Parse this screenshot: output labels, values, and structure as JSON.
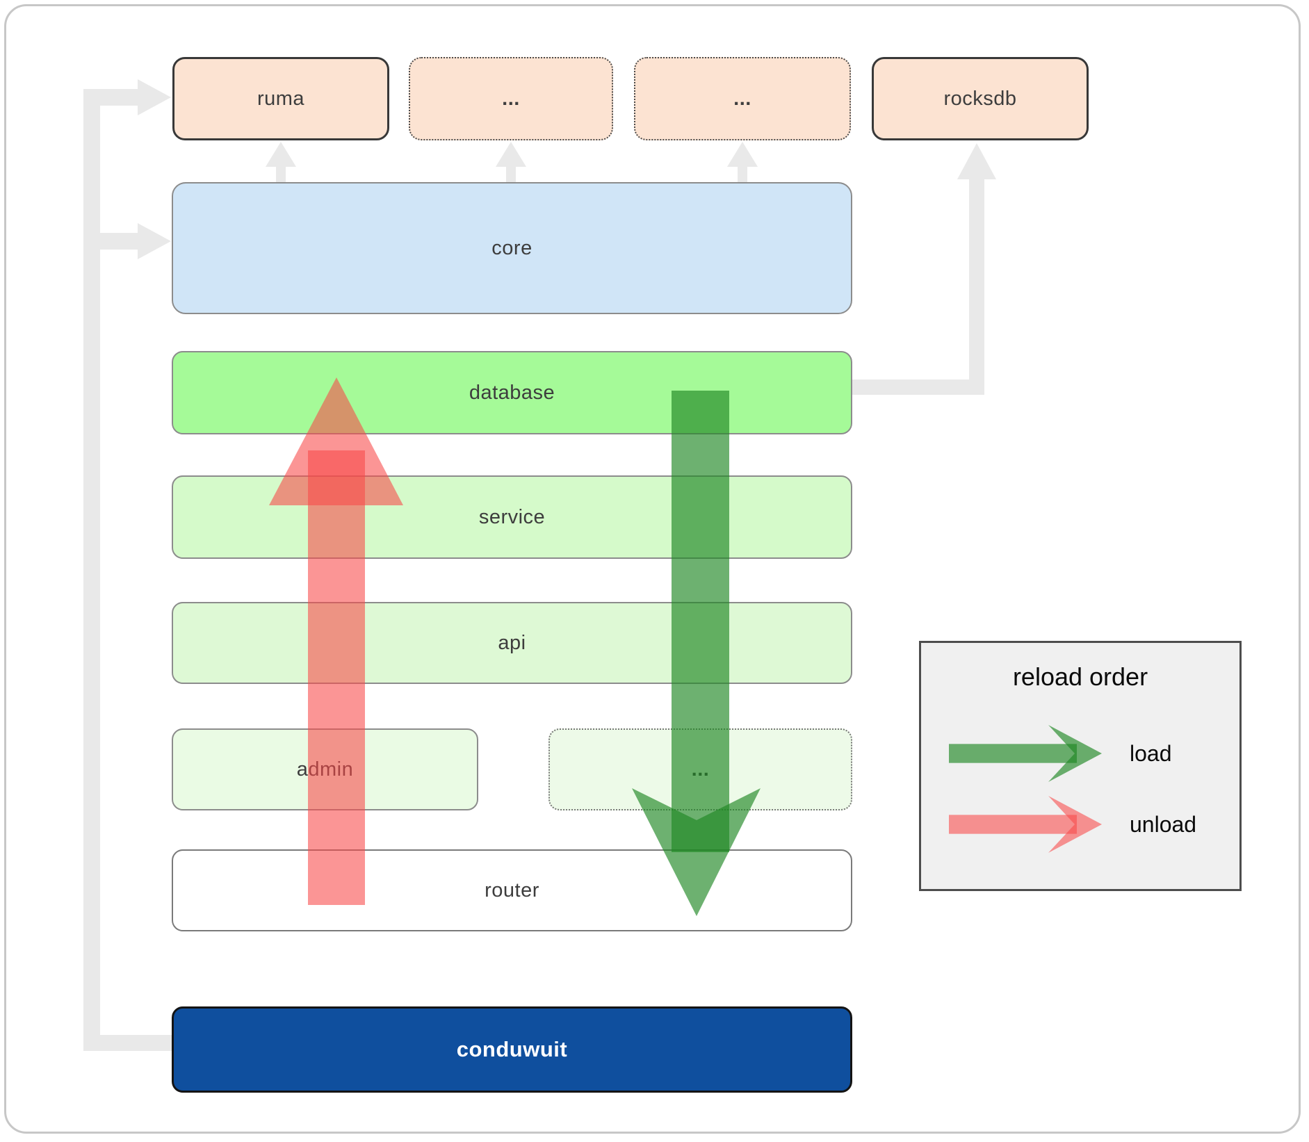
{
  "diagram": {
    "nodes": {
      "ruma": {
        "label": "ruma"
      },
      "dep1": {
        "label": "..."
      },
      "dep2": {
        "label": "..."
      },
      "rocksdb": {
        "label": "rocksdb"
      },
      "core": {
        "label": "core"
      },
      "database": {
        "label": "database"
      },
      "service": {
        "label": "service"
      },
      "api": {
        "label": "api"
      },
      "admin": {
        "label": "admin"
      },
      "service_etc": {
        "label": "..."
      },
      "router": {
        "label": "router"
      },
      "conduwuit": {
        "label": "conduwuit"
      }
    },
    "edges": [
      {
        "from": "conduwuit",
        "to": "ruma"
      },
      {
        "from": "conduwuit",
        "to": "core"
      },
      {
        "from": "core",
        "to": "ruma"
      },
      {
        "from": "core",
        "to": "dep1"
      },
      {
        "from": "core",
        "to": "dep2"
      },
      {
        "from": "database",
        "to": "rocksdb"
      }
    ],
    "flow_arrows": [
      {
        "name": "load",
        "direction": "down",
        "from": "database",
        "to": "router",
        "color": "#2a8a2d"
      },
      {
        "name": "unload",
        "direction": "up",
        "from": "router",
        "to": "database",
        "color": "#f84848"
      }
    ],
    "colors": {
      "peach_fill": "#fce3d2",
      "core_fill": "#d0e5f7",
      "database_fill": "#a5fa98",
      "service_fill": "#d5faca",
      "api_fill": "#def9d5",
      "admin_fill": "#eafbe4",
      "router_fill": "#ffffff",
      "conduwuit_fill": "#0f4f9e",
      "connector_gray": "#e9e9e9",
      "load_green": "#2a8a2d",
      "unload_red": "#f84848",
      "legend_bg": "#f0f0f0"
    }
  },
  "legend": {
    "title": "reload order",
    "items": [
      {
        "label": "load"
      },
      {
        "label": "unload"
      }
    ]
  }
}
